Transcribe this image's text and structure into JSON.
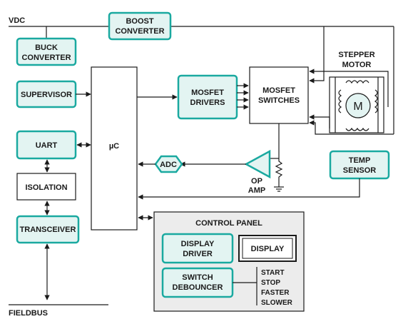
{
  "rails": {
    "vdc": "VDC",
    "fieldbus": "FIELDBUS"
  },
  "blocks": {
    "boost": [
      "BOOST",
      "CONVERTER"
    ],
    "buck": [
      "BUCK",
      "CONVERTER"
    ],
    "supervisor": "SUPERVISOR",
    "uart": "UART",
    "isolation": "ISOLATION",
    "transceiver": "TRANSCEIVER",
    "uc": "µC",
    "mosfet_drivers": [
      "MOSFET",
      "DRIVERS"
    ],
    "mosfet_switches": [
      "MOSFET",
      "SWITCHES"
    ],
    "stepper_motor": [
      "STEPPER",
      "MOTOR"
    ],
    "motor_symbol": "M",
    "adc": "ADC",
    "op_amp": [
      "OP",
      "AMP"
    ],
    "temp_sensor": [
      "TEMP",
      "SENSOR"
    ]
  },
  "control_panel": {
    "title": "CONTROL PANEL",
    "display_driver": [
      "DISPLAY",
      "DRIVER"
    ],
    "display": "DISPLAY",
    "switch_debouncer": [
      "SWITCH",
      "DEBOUNCER"
    ],
    "switches": [
      "START",
      "STOP",
      "FASTER",
      "SLOWER"
    ]
  },
  "colors": {
    "accent_border": "#1aa9a0",
    "accent_fill": "#e3f4f2",
    "panel_fill": "#ececec",
    "line": "#1a1a1a"
  }
}
